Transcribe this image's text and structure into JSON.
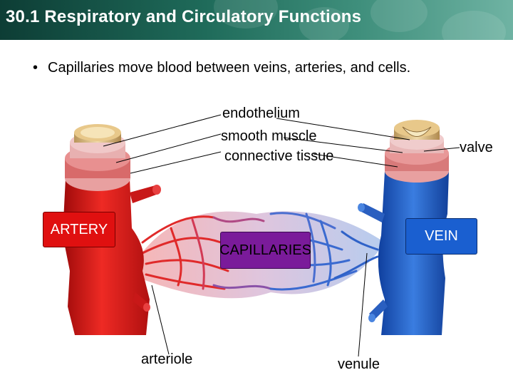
{
  "header": {
    "title": "30.1 Respiratory and Circulatory Functions"
  },
  "bullet": {
    "text": "Capillaries move blood between veins, arteries, and cells."
  },
  "labels": {
    "endothelium": "endothelium",
    "smooth_muscle": "smooth muscle",
    "connective_tissue": "connective tissue",
    "valve": "valve",
    "artery": "ARTERY",
    "vein": "VEIN",
    "capillaries": "CAPILLARIES",
    "arteriole": "arteriole",
    "venule": "venule"
  },
  "colors": {
    "artery": "#e01010",
    "vein": "#1a5fd0",
    "capillaries_box": "#7a1b9a",
    "title_bar": "#1f6b5a"
  }
}
